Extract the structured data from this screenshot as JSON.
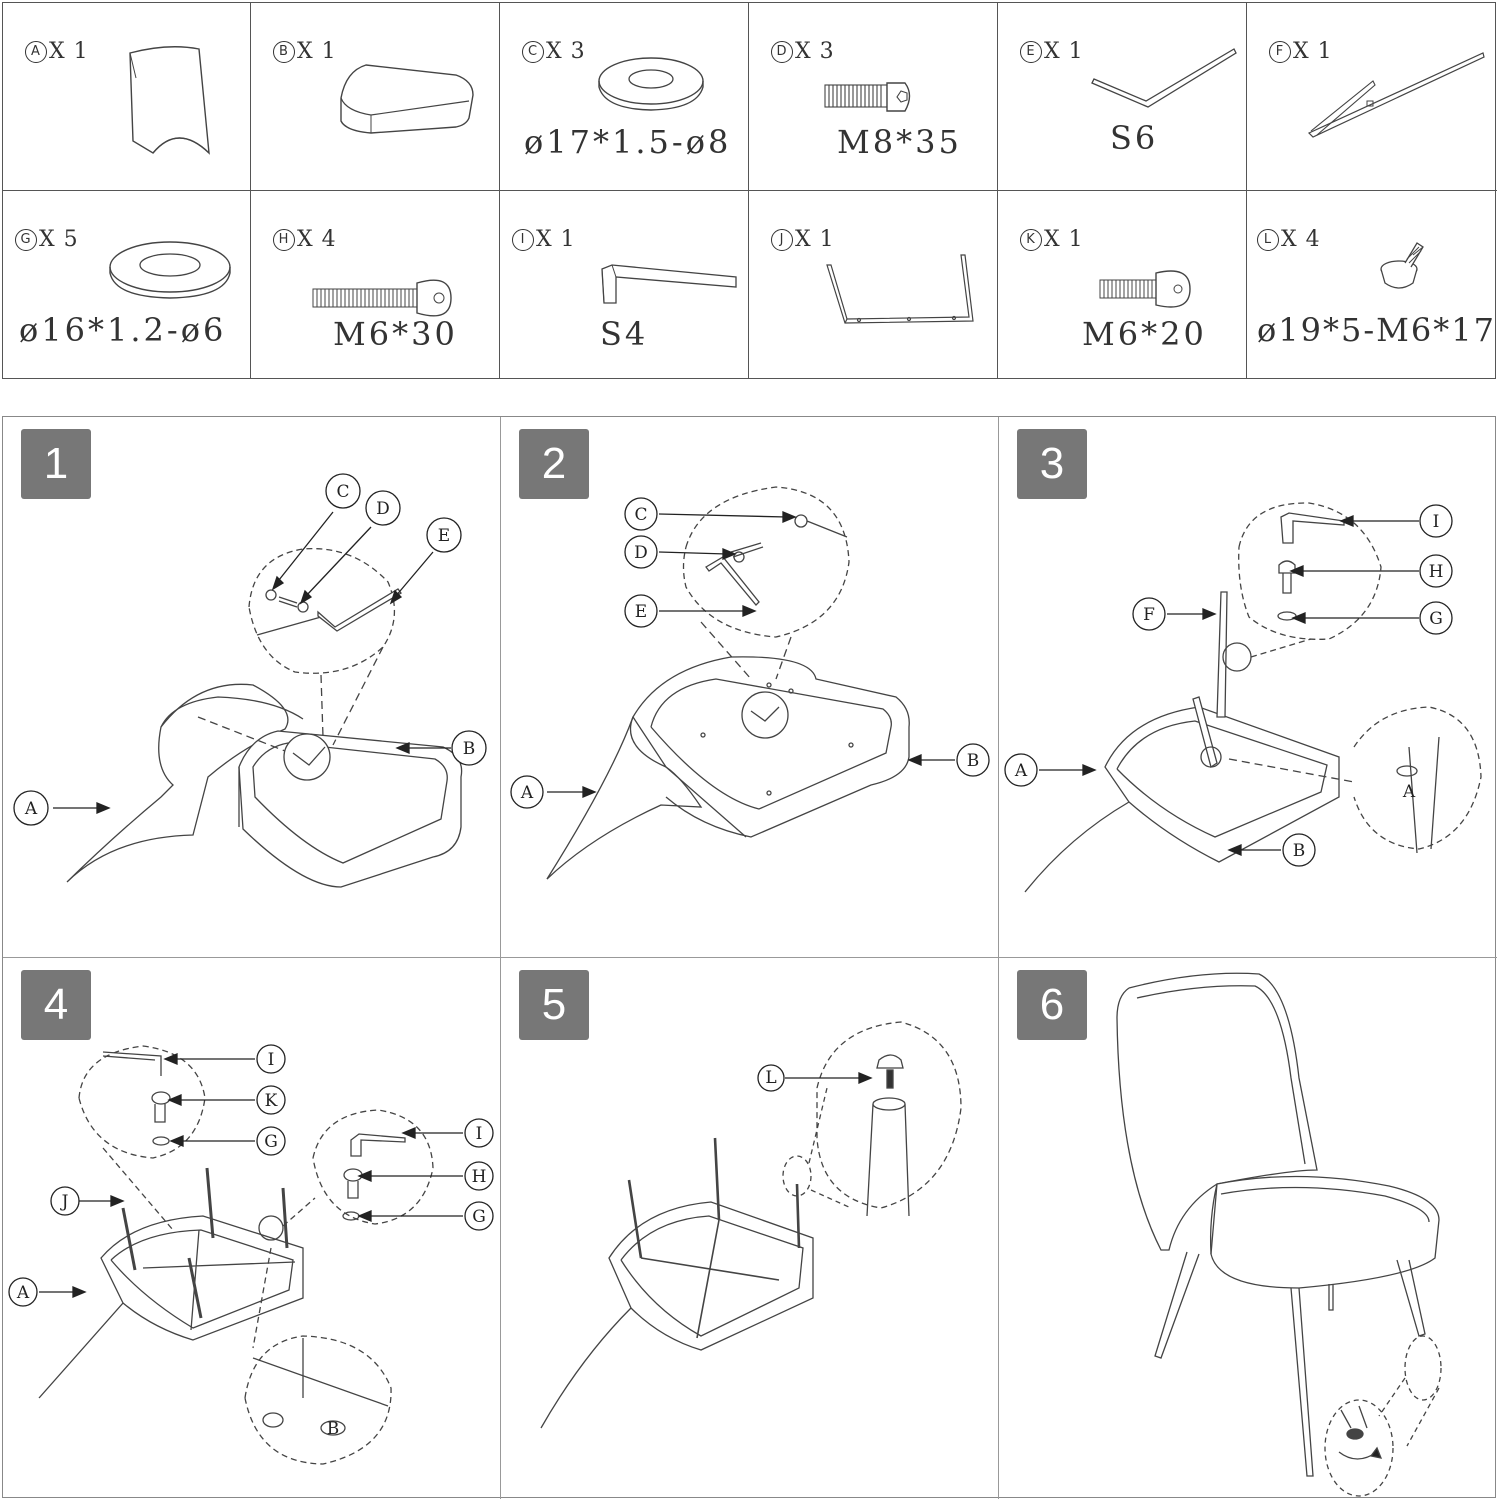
{
  "parts": [
    {
      "letter": "A",
      "qty": "X 1",
      "spec": ""
    },
    {
      "letter": "B",
      "qty": "X 1",
      "spec": ""
    },
    {
      "letter": "C",
      "qty": "X 3",
      "spec": "ø17*1.5-ø8"
    },
    {
      "letter": "D",
      "qty": "X 3",
      "spec": "M8*35"
    },
    {
      "letter": "E",
      "qty": "X 1",
      "spec": "S6"
    },
    {
      "letter": "F",
      "qty": "X 1",
      "spec": ""
    },
    {
      "letter": "G",
      "qty": "X 5",
      "spec": "ø16*1.2-ø6"
    },
    {
      "letter": "H",
      "qty": "X 4",
      "spec": "M6*30"
    },
    {
      "letter": "I",
      "qty": "X 1",
      "spec": "S4"
    },
    {
      "letter": "J",
      "qty": "X 1",
      "spec": ""
    },
    {
      "letter": "K",
      "qty": "X 1",
      "spec": "M6*20"
    },
    {
      "letter": "L",
      "qty": "X 4",
      "spec": "ø19*5-M6*17"
    }
  ],
  "steps": [
    {
      "number": "1",
      "callouts": [
        "C",
        "D",
        "E",
        "A",
        "B"
      ]
    },
    {
      "number": "2",
      "callouts": [
        "C",
        "D",
        "E",
        "A",
        "B"
      ]
    },
    {
      "number": "3",
      "callouts": [
        "I",
        "H",
        "G",
        "F",
        "A",
        "B",
        "A"
      ]
    },
    {
      "number": "4",
      "callouts": [
        "I",
        "K",
        "G",
        "J",
        "A",
        "I",
        "H",
        "G",
        "B"
      ]
    },
    {
      "number": "5",
      "callouts": [
        "L"
      ]
    },
    {
      "number": "6",
      "callouts": []
    }
  ]
}
